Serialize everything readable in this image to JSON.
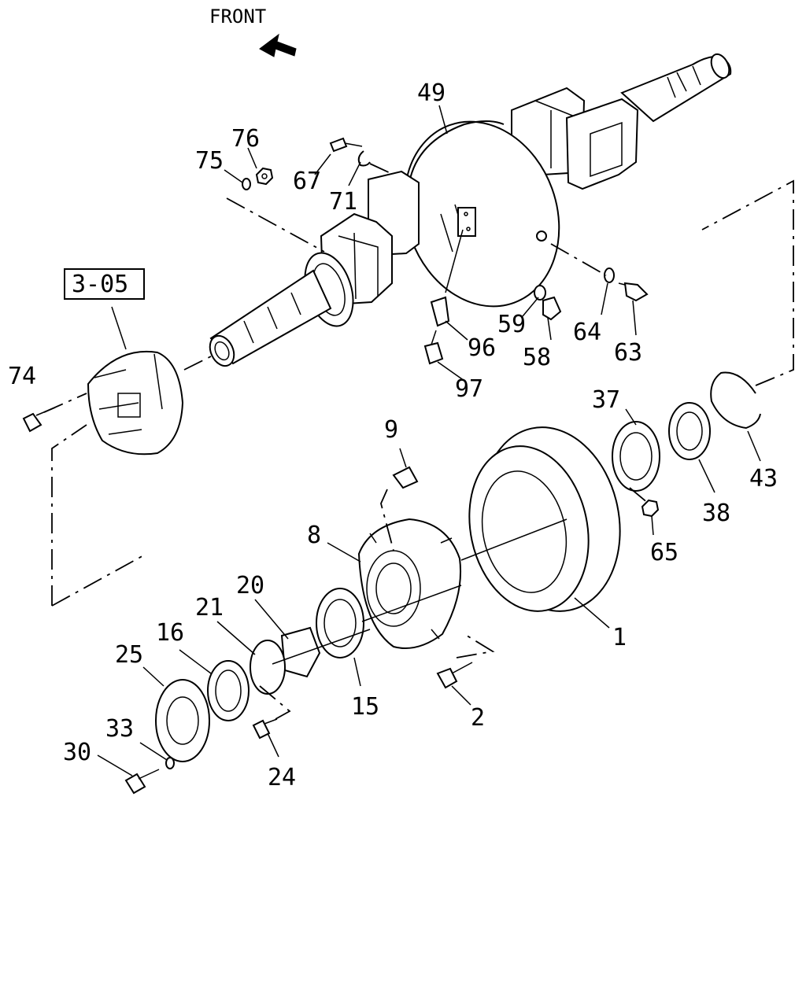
{
  "front_label": "FRONT",
  "ref_box": "3-05",
  "callouts": {
    "p1": "1",
    "p2": "2",
    "p8": "8",
    "p9": "9",
    "p15": "15",
    "p16": "16",
    "p20": "20",
    "p21": "21",
    "p24": "24",
    "p25": "25",
    "p30": "30",
    "p33": "33",
    "p37": "37",
    "p38": "38",
    "p43": "43",
    "p49": "49",
    "p58": "58",
    "p59": "59",
    "p63": "63",
    "p64": "64",
    "p65": "65",
    "p67": "67",
    "p71": "71",
    "p74": "74",
    "p75": "75",
    "p76": "76",
    "p96": "96",
    "p97": "97"
  }
}
